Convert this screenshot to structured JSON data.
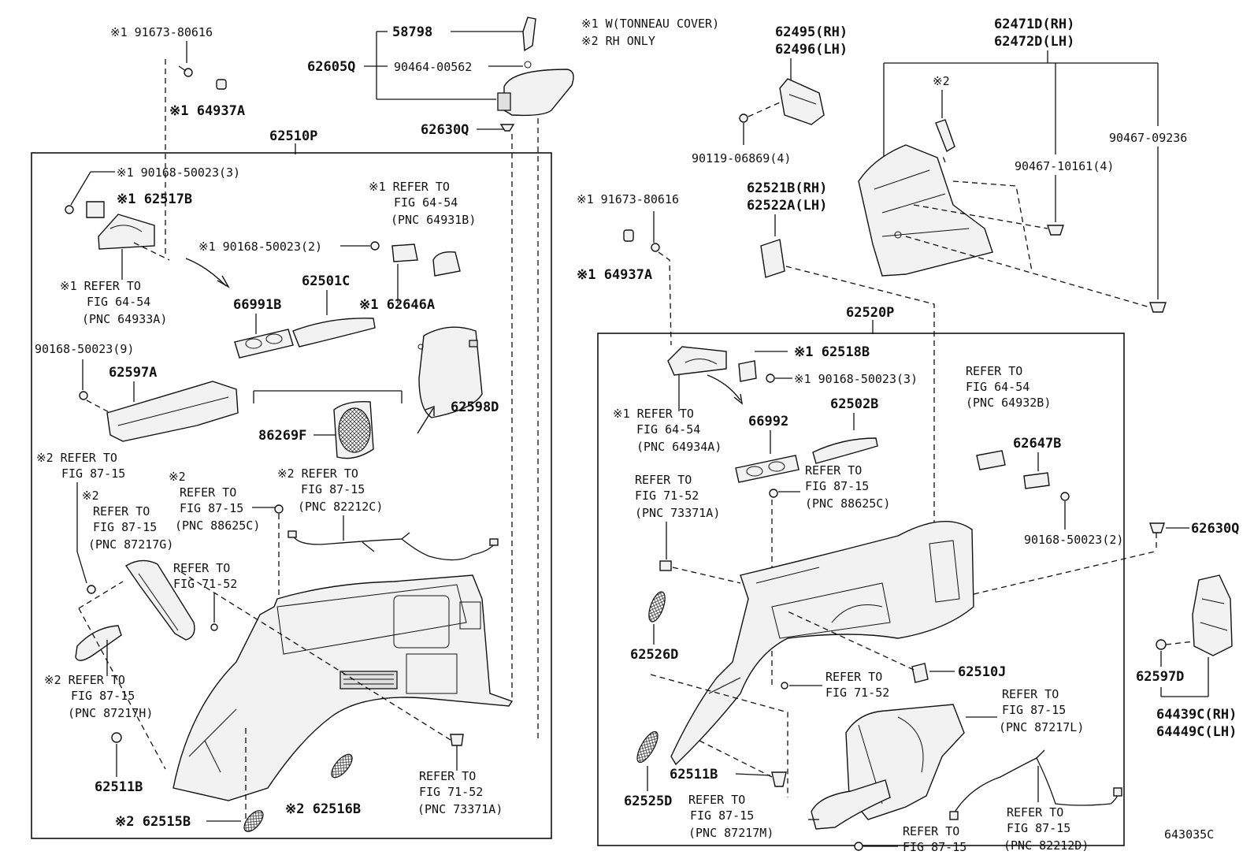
{
  "notes": {
    "note1": "※1 W(TONNEAU COVER)",
    "note2": "※2 RH ONLY"
  },
  "figure_id": "643035C",
  "labels": {
    "l91673_top": "※1 91673-80616",
    "l64937a_top": "※1 64937A",
    "l58798": "58798",
    "l62605q": "62605Q",
    "l90464": "90464-00562",
    "l62630q_top": "62630Q",
    "l62510p": "62510P",
    "l90168_3_left": "※1 90168-50023(3)",
    "l62517b": "※1 62517B",
    "l_refer_64931b_1": "※1 REFER TO",
    "l_refer_64931b_2": "FIG 64-54",
    "l_refer_64931b_3": "(PNC 64931B)",
    "l90168_2_left": "※1 90168-50023(2)",
    "l_refer_64933a_1": "※1 REFER TO",
    "l_refer_64933a_2": "FIG 64-54",
    "l_refer_64933a_3": "(PNC 64933A)",
    "l66991b": "66991B",
    "l62501c": "62501C",
    "l62646a": "※1 62646A",
    "l90168_9": "90168-50023(9)",
    "l62597a": "62597A",
    "l62598d": "62598D",
    "l86269f": "86269F",
    "l_refer_87_15_a1": "※2 REFER TO",
    "l_refer_87_15_a2": "FIG 87-15",
    "l_refer_88625c_1": "※2",
    "l_refer_88625c_2": "REFER TO",
    "l_refer_88625c_3": "FIG 87-15",
    "l_refer_88625c_4": "(PNC 88625C)",
    "l_refer_82212c_1": "※2 REFER TO",
    "l_refer_82212c_2": "FIG 87-15",
    "l_refer_82212c_3": "(PNC 82212C)",
    "l_refer_87217g_1": "※2",
    "l_refer_87217g_2": "REFER TO",
    "l_refer_87217g_3": "FIG 87-15",
    "l_refer_87217g_4": "(PNC 87217G)",
    "l_refer_71_52_a1": "REFER TO",
    "l_refer_71_52_a2": "FIG 71-52",
    "l_refer_87217h_1": "※2 REFER TO",
    "l_refer_87217h_2": "FIG 87-15",
    "l_refer_87217h_3": "(PNC 87217H)",
    "l62511b_left": "62511B",
    "l62515b": "※2 62515B",
    "l62516b": "※2 62516B",
    "l_refer_73371a_1": "REFER TO",
    "l_refer_73371a_2": "FIG 71-52",
    "l_refer_73371a_3": "(PNC 73371A)",
    "l62495": "62495(RH)",
    "l62496": "62496(LH)",
    "l90119": "90119-06869(4)",
    "l62471d": "62471D(RH)",
    "l62472d": "62472D(LH)",
    "l_note2_small": "※2",
    "l90467_09236": "90467-09236",
    "l90467_10161": "90467-10161(4)",
    "l91673_mid": "※1 91673-80616",
    "l62521b": "62521B(RH)",
    "l62522a": "62522A(LH)",
    "l64937a_mid": "※1 64937A",
    "l62520p": "62520P",
    "l62518b": "※1 62518B",
    "l90168_3_right": "※1 90168-50023(3)",
    "l_refer_64934a_1": "※1 REFER TO",
    "l_refer_64934a_2": "FIG 64-54",
    "l_refer_64934a_3": "(PNC 64934A)",
    "l66992": "66992",
    "l62502b": "62502B",
    "l_refer_64932b_1": "REFER TO",
    "l_refer_64932b_2": "FIG 64-54",
    "l_refer_64932b_3": "(PNC 64932B)",
    "l62647b": "62647B",
    "l_refer_73371a_r1": "REFER TO",
    "l_refer_73371a_r2": "FIG 71-52",
    "l_refer_73371a_r3": "(PNC 73371A)",
    "l_refer_88625c_r1": "REFER TO",
    "l_refer_88625c_r2": "FIG 87-15",
    "l_refer_88625c_r3": "(PNC 88625C)",
    "l90168_2_right": "90168-50023(2)",
    "l62630q_right": "62630Q",
    "l62526d": "62526D",
    "l62510j": "62510J",
    "l_refer_71_52_r1": "REFER TO",
    "l_refer_71_52_r2": "FIG 71-52",
    "l62597d": "62597D",
    "l64439c": "64439C(RH)",
    "l64449c": "64449C(LH)",
    "l_refer_87217l_1": "REFER TO",
    "l_refer_87217l_2": "FIG 87-15",
    "l_refer_87217l_3": "(PNC 87217L)",
    "l62511b_right": "62511B",
    "l62525d": "62525D",
    "l_refer_87217m_1": "REFER TO",
    "l_refer_87217m_2": "FIG 87-15",
    "l_refer_87217m_3": "(PNC 87217M)",
    "l_refer_87_15_b1": "REFER TO",
    "l_refer_87_15_b2": "FIG 87-15",
    "l_refer_82212d_1": "REFER TO",
    "l_refer_82212d_2": "FIG 87-15",
    "l_refer_82212d_3": "(PNC 82212D)"
  }
}
